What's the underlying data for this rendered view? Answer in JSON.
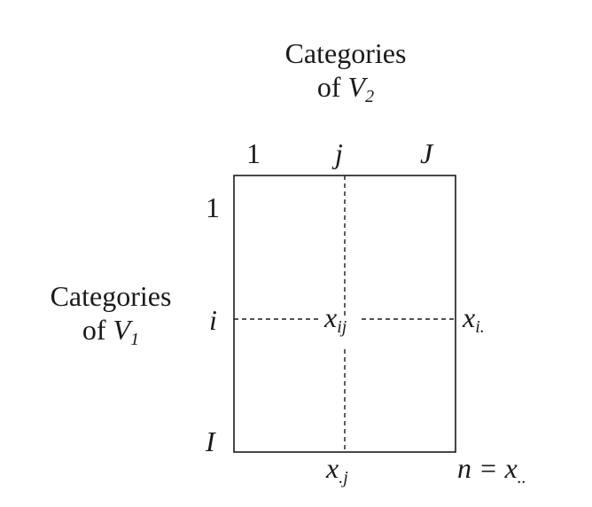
{
  "top_title": {
    "line1": "Categories",
    "line2_prefix": "of ",
    "var": "V",
    "var_sub": "2"
  },
  "left_title": {
    "line1": "Categories",
    "line2_prefix": "of ",
    "var": "V",
    "var_sub": "1"
  },
  "column_labels": {
    "first": "1",
    "middle": "j",
    "last": "J"
  },
  "row_labels": {
    "first": "1",
    "middle": "i",
    "last": "I"
  },
  "cell": {
    "base": "x",
    "sub": "ij"
  },
  "row_margin": {
    "base": "x",
    "sub": "i."
  },
  "col_margin": {
    "base": "x",
    "sub": ".j"
  },
  "total": {
    "prefix": "n = ",
    "base": "x",
    "sub": ".."
  },
  "colors": {
    "line": "#1a1a1a",
    "text": "#1a1a1a",
    "background": "#ffffff"
  }
}
